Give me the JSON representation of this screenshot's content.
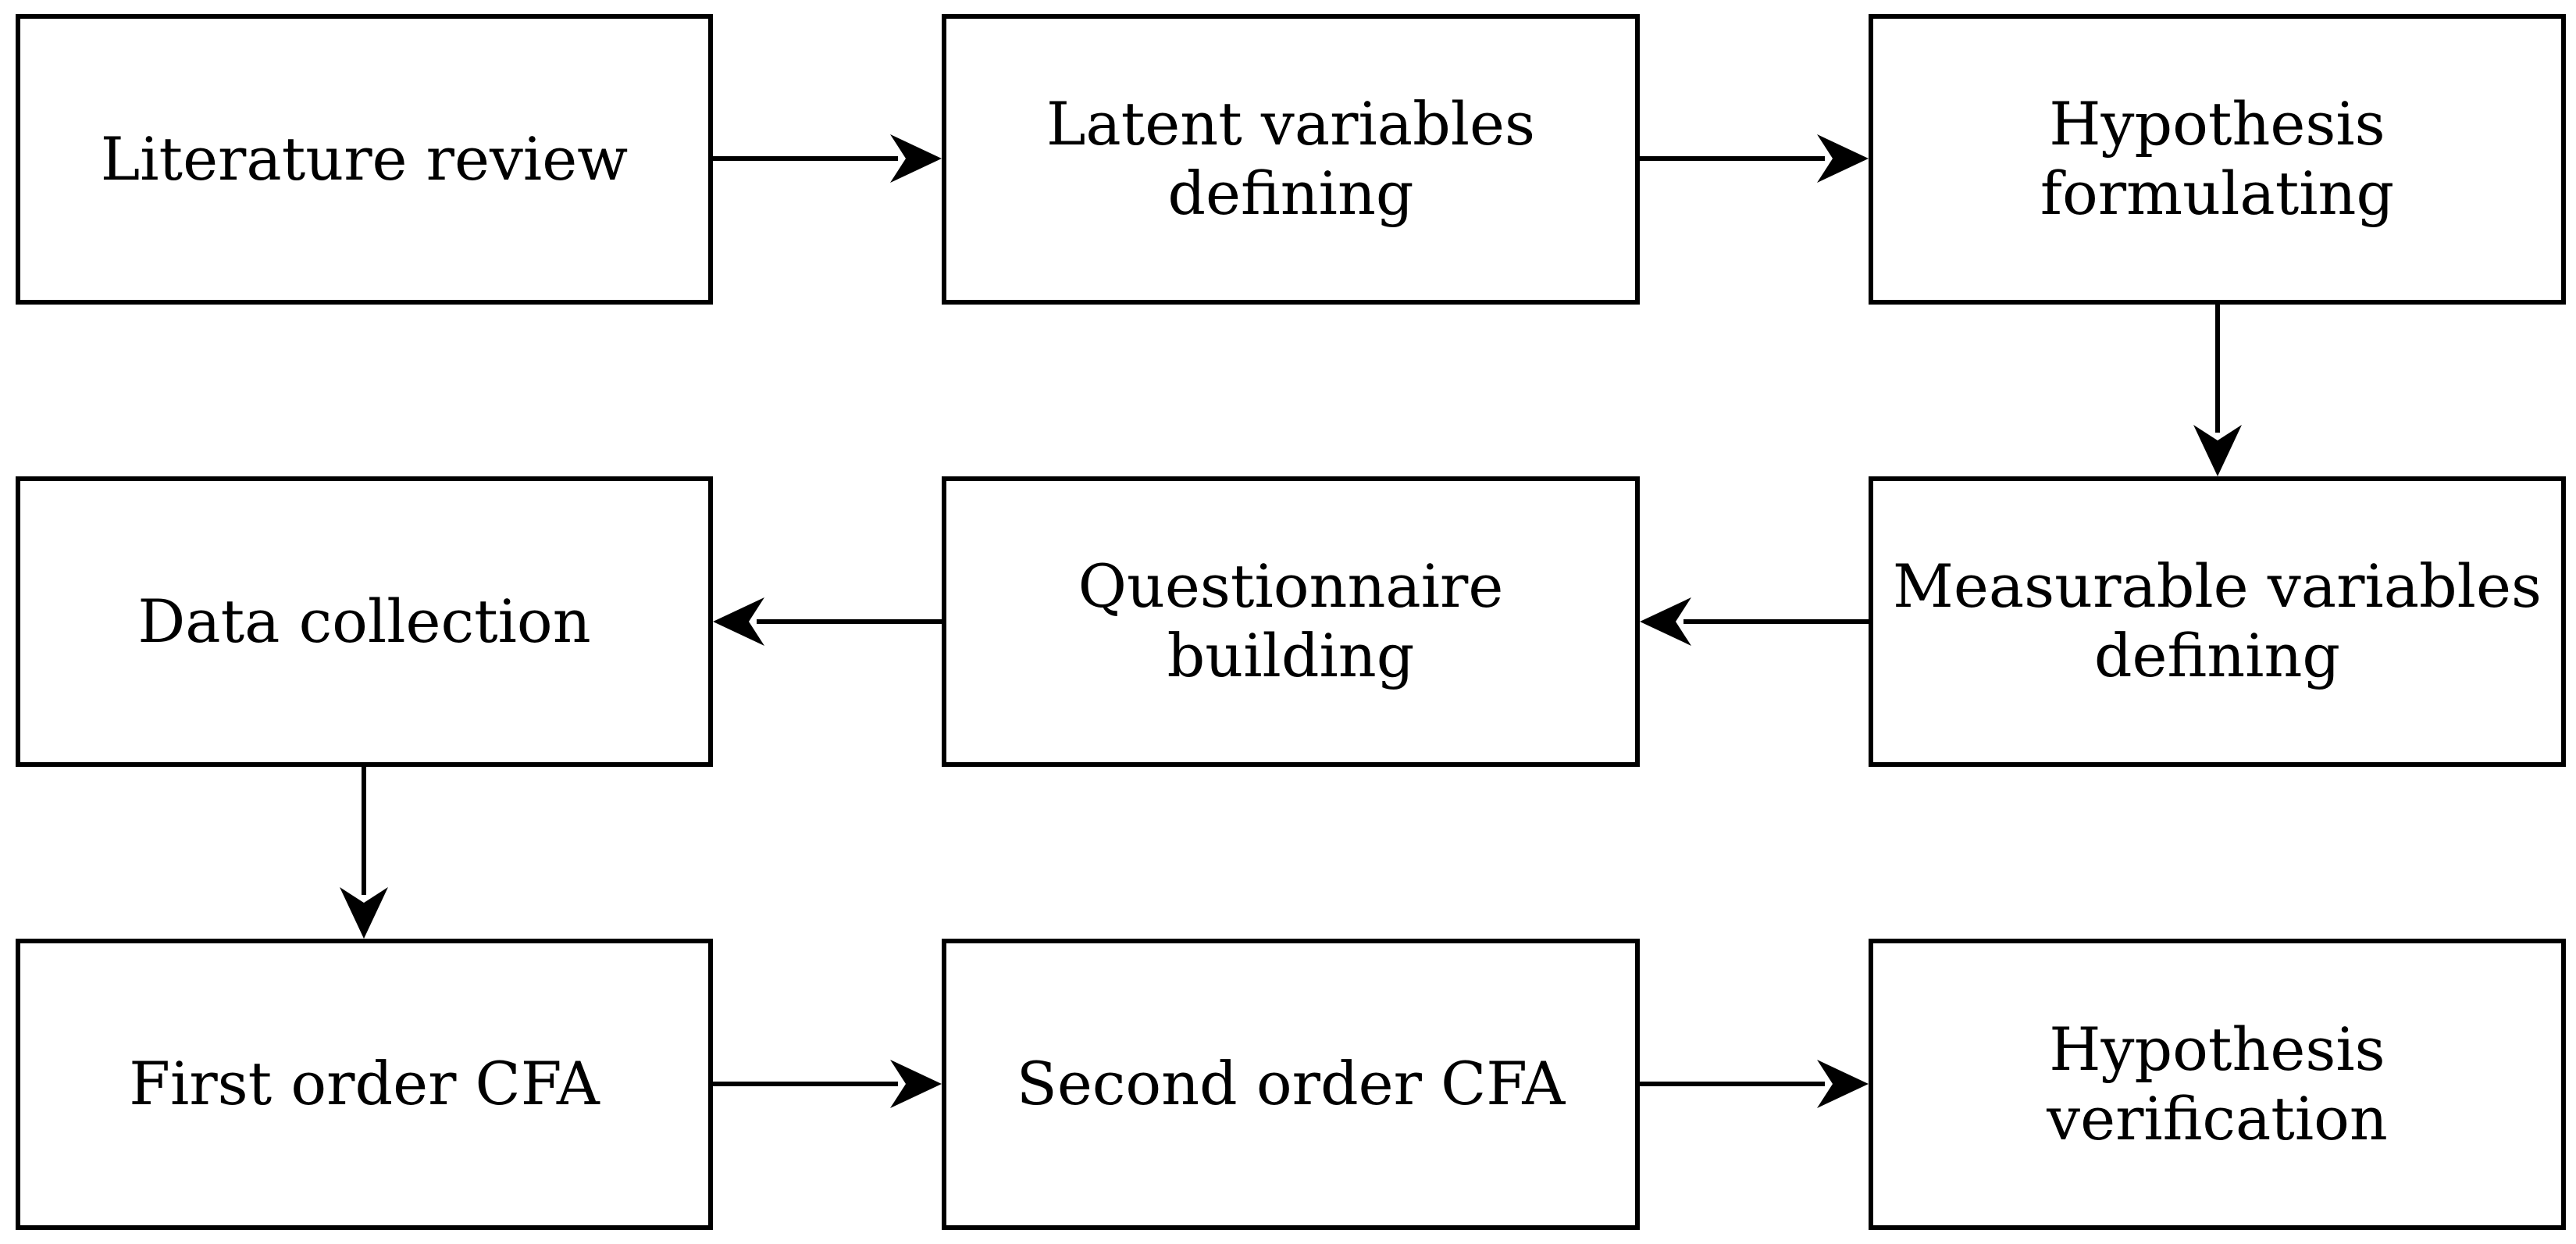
{
  "diagram": {
    "boxes": [
      {
        "id": "literature-review",
        "label": "Literature review"
      },
      {
        "id": "latent-variables-defining",
        "label": "Latent variables\ndefining"
      },
      {
        "id": "hypothesis-formulating",
        "label": "Hypothesis\nformulating"
      },
      {
        "id": "measurable-variables-defining",
        "label": "Measurable variables\ndefining"
      },
      {
        "id": "questionnaire-building",
        "label": "Questionnaire\nbuilding"
      },
      {
        "id": "data-collection",
        "label": "Data collection"
      },
      {
        "id": "first-order-cfa",
        "label": "First order CFA"
      },
      {
        "id": "second-order-cfa",
        "label": "Second order CFA"
      },
      {
        "id": "hypothesis-verification",
        "label": "Hypothesis\nverification"
      }
    ],
    "connections": [
      {
        "from": "literature-review",
        "to": "latent-variables-defining"
      },
      {
        "from": "latent-variables-defining",
        "to": "hypothesis-formulating"
      },
      {
        "from": "hypothesis-formulating",
        "to": "measurable-variables-defining"
      },
      {
        "from": "measurable-variables-defining",
        "to": "questionnaire-building"
      },
      {
        "from": "questionnaire-building",
        "to": "data-collection"
      },
      {
        "from": "data-collection",
        "to": "first-order-cfa"
      },
      {
        "from": "first-order-cfa",
        "to": "second-order-cfa"
      },
      {
        "from": "second-order-cfa",
        "to": "hypothesis-verification"
      }
    ],
    "colors": {
      "stroke": "#000000",
      "background": "#ffffff"
    }
  }
}
